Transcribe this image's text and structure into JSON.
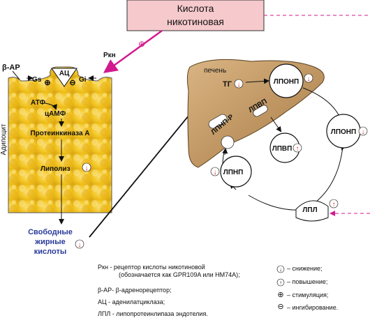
{
  "title": {
    "line1": "Кислота",
    "line2": "никотиновая"
  },
  "adipocyte": {
    "label": "Адипоцит",
    "beta_ar": "β-АР",
    "rkn": "Ркн",
    "gs": "Gs",
    "ac": "АЦ",
    "gi": "Gi",
    "atp": "АТФ",
    "camp": "цАМФ",
    "pka": "Протеинкиназа А",
    "lipolysis": "Липолиз",
    "ffa": {
      "line1": "Свободные",
      "line2": "жирные",
      "line3": "кислоты"
    }
  },
  "liver": {
    "label": "печень",
    "tg": "ТГ",
    "ldlr": "ЛПНП-Р",
    "hdl_in": "ЛПВП"
  },
  "circles": {
    "vldl_top": "ЛПОНП",
    "vldl_right": "ЛПОНП",
    "hdl": "ЛПВП",
    "ldl": "ЛПНП",
    "lpl": "ЛПЛ"
  },
  "signs": {
    "down": "↓",
    "up": "↑",
    "plus": "⊕",
    "minus": "⊖"
  },
  "notes": {
    "rkn_line1": "Ркн - рецептор кислоты никотиновой",
    "rkn_line2": "(обозначается как GPR109A или HM74A);",
    "bar": "β-АР- β-адренорецептор;",
    "ac": "АЦ - аденилатциклаза;",
    "lpl": "ЛПЛ - липопротеинлипаза эндотелия."
  },
  "legend": {
    "decrease": "– снижение;",
    "increase": "– повышение;",
    "stimulation": "– стимуляция;",
    "inhibition": "– ингибирование."
  },
  "colors": {
    "title_bg": "#f6c9cc",
    "magenta": "#d11a8e",
    "red": "#e0242a",
    "liver": "#c49a62",
    "adipocyte": "#f0c51e",
    "ffa_text": "#2a3a9a"
  }
}
